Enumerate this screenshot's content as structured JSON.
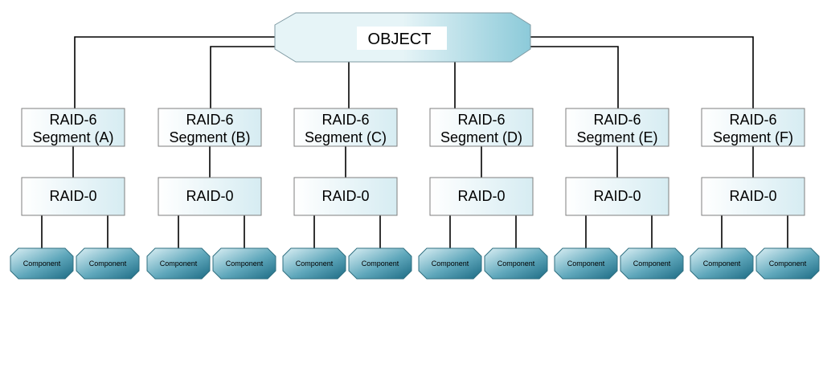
{
  "colors": {
    "line": "#000000",
    "box_border": "#7f7f7f",
    "box_fill_left": "#ffffff",
    "box_fill_right": "#d6ecf2",
    "object_fill_light": "#e6f4f7",
    "object_fill_dark": "#8ccad9",
    "component_fill_light": "#dcf0f5",
    "component_fill_dark": "#1d6b84",
    "component_border": "#2f6f80"
  },
  "object": {
    "label": "OBJECT"
  },
  "segments": [
    {
      "title": "RAID-6",
      "subtitle": "Segment (A)",
      "stripe": "RAID-0",
      "components": [
        "Component",
        "Component"
      ]
    },
    {
      "title": "RAID-6",
      "subtitle": "Segment (B)",
      "stripe": "RAID-0",
      "components": [
        "Component",
        "Component"
      ]
    },
    {
      "title": "RAID-6",
      "subtitle": "Segment (C)",
      "stripe": "RAID-0",
      "components": [
        "Component",
        "Component"
      ]
    },
    {
      "title": "RAID-6",
      "subtitle": "Segment (D)",
      "stripe": "RAID-0",
      "components": [
        "Component",
        "Component"
      ]
    },
    {
      "title": "RAID-6",
      "subtitle": "Segment (E)",
      "stripe": "RAID-0",
      "components": [
        "Component",
        "Component"
      ]
    },
    {
      "title": "RAID-6",
      "subtitle": "Segment (F)",
      "stripe": "RAID-0",
      "components": [
        "Component",
        "Component"
      ]
    }
  ]
}
